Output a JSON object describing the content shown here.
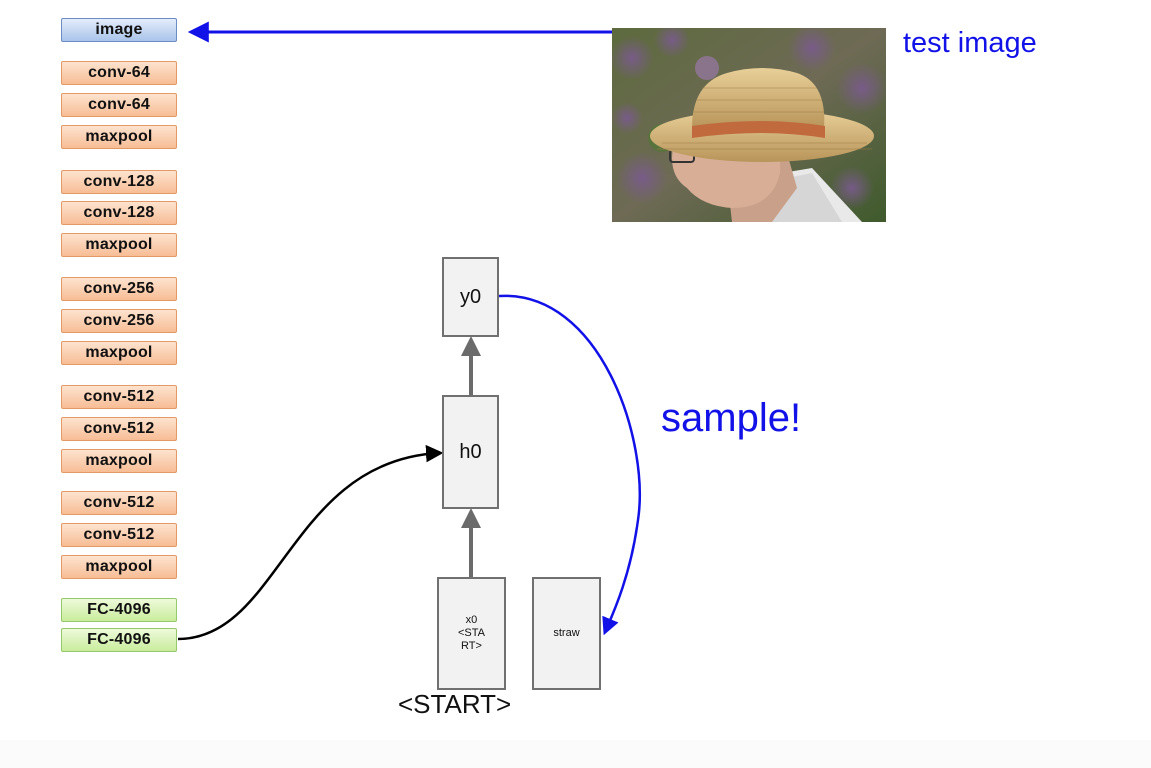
{
  "cnn": {
    "input_layer": "image",
    "layers": [
      {
        "label": "conv-64",
        "kind": "conv"
      },
      {
        "label": "conv-64",
        "kind": "conv"
      },
      {
        "label": "maxpool",
        "kind": "pool"
      },
      {
        "label": "conv-128",
        "kind": "conv"
      },
      {
        "label": "conv-128",
        "kind": "conv"
      },
      {
        "label": "maxpool",
        "kind": "pool"
      },
      {
        "label": "conv-256",
        "kind": "conv"
      },
      {
        "label": "conv-256",
        "kind": "conv"
      },
      {
        "label": "maxpool",
        "kind": "pool"
      },
      {
        "label": "conv-512",
        "kind": "conv"
      },
      {
        "label": "conv-512",
        "kind": "conv"
      },
      {
        "label": "maxpool",
        "kind": "pool"
      },
      {
        "label": "conv-512",
        "kind": "conv"
      },
      {
        "label": "conv-512",
        "kind": "conv"
      },
      {
        "label": "maxpool",
        "kind": "pool"
      },
      {
        "label": "FC-4096",
        "kind": "fc"
      },
      {
        "label": "FC-4096",
        "kind": "fc"
      }
    ]
  },
  "rnn": {
    "y0": "y0",
    "h0": "h0",
    "x0_lines": [
      "x0",
      "<STA",
      "RT>"
    ],
    "sampled_word": "straw",
    "start_token": "<START>"
  },
  "annotations": {
    "test_image": "test image",
    "sample": "sample!"
  },
  "colors": {
    "annotation_blue": "#1111e8",
    "input_layer": "#a9c3ea",
    "conv_layer": "#f7bd95",
    "fc_layer": "#c9ec9c",
    "rnn_box_fill": "#f2f2f2",
    "rnn_box_border": "#707070"
  }
}
